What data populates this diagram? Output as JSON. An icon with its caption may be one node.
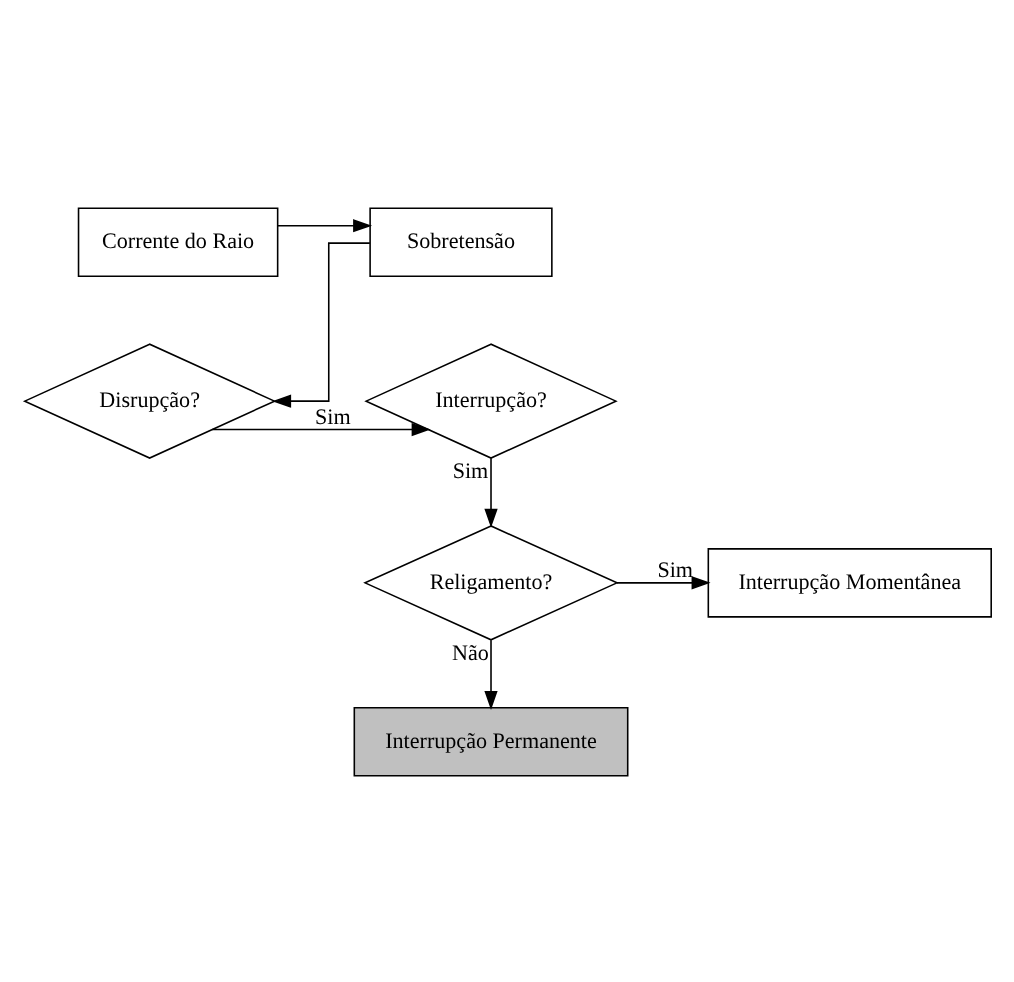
{
  "diagram": {
    "nodes": [
      {
        "text": [
          "Corrente do Raio"
        ]
      },
      {
        "text": [
          "Sobretensão"
        ]
      },
      {
        "text": [
          "Disrupção?"
        ]
      },
      {
        "text": [
          "Interrupção?"
        ]
      },
      {
        "text": [
          "Religamento?"
        ]
      },
      {
        "text": [
          "Interrupção Momentânea"
        ]
      },
      {
        "text": [
          "Interrupção Permanente"
        ]
      }
    ],
    "edges": [
      {
        "from": 0,
        "to": 1,
        "arrow": "to"
      },
      {
        "from": 1,
        "to": 2,
        "arrow": "to"
      },
      {
        "from": 2,
        "to": 3,
        "arrow": "to",
        "label": "Sim"
      },
      {
        "from": 3,
        "to": 4,
        "arrow": "to",
        "label": "Sim"
      },
      {
        "from": 4,
        "to": 5,
        "arrow": "to",
        "label": "Sim"
      },
      {
        "from": 4,
        "to": 6,
        "arrow": "to",
        "label": "Não"
      }
    ]
  }
}
